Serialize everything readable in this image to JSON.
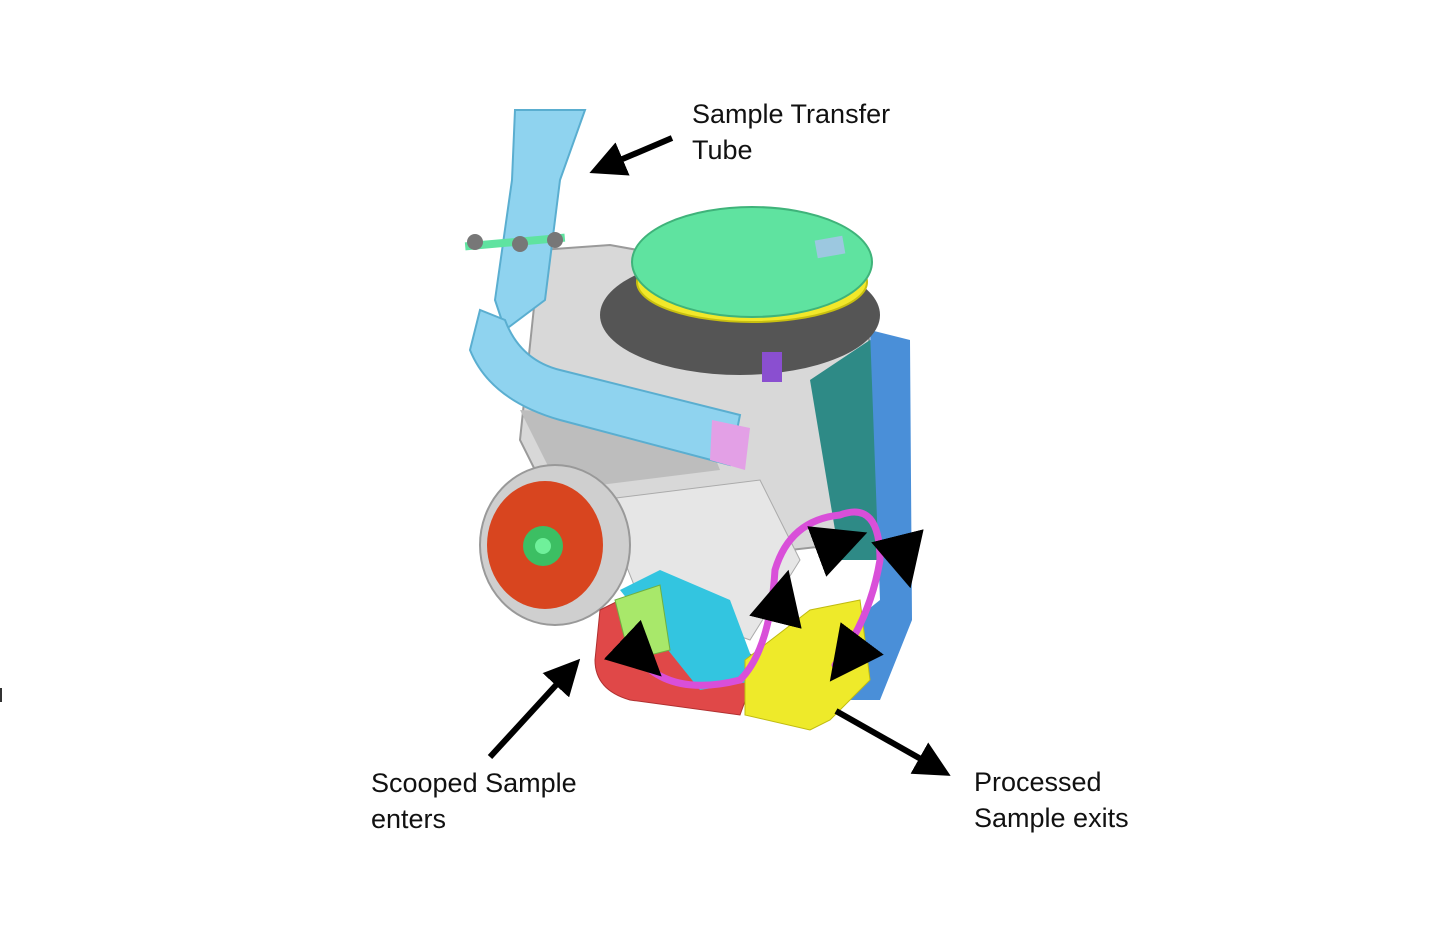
{
  "diagram": {
    "type": "annotated-cad-illustration",
    "labels": {
      "transfer_tube": "Sample Transfer\nTube",
      "scooped_enters": "Scooped Sample\nenters",
      "processed_exits": "Processed\nSample exits"
    },
    "flow_path": {
      "color": "#d94fd9",
      "arrows": 5
    },
    "colors": {
      "tube": "#8fd3ef",
      "lid": "#5fe3a0",
      "lid_ring": "#f2e82a",
      "body": "#d8d8d8",
      "motor": "#d8451f",
      "motor_hub": "#3cbf63",
      "hopper": "#e04848",
      "funnel": "#33c5e0",
      "sieve": "#a8e86a",
      "side_plate": "#4a8fd8",
      "exit_chute": "#eeea2a",
      "teal_panel": "#2e8a86"
    }
  }
}
